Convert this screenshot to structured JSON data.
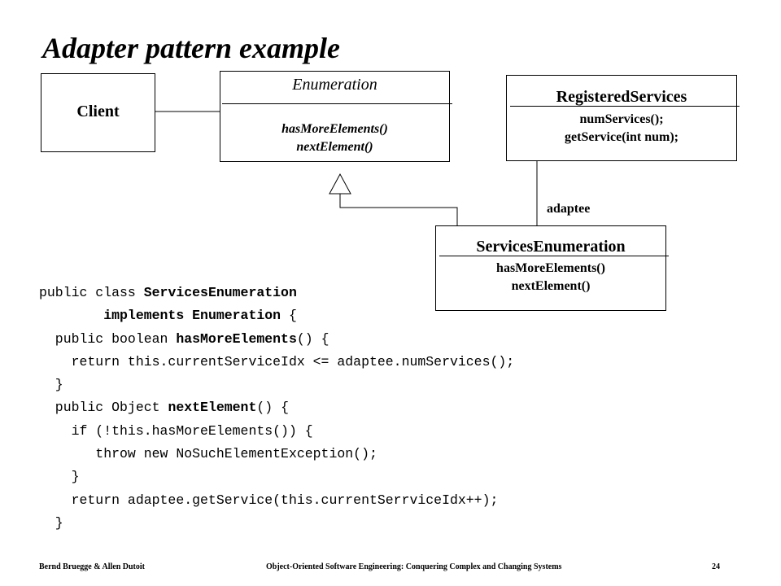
{
  "slide": {
    "title": "Adapter pattern example",
    "footer_authors": "Bernd Bruegge & Allen Dutoit",
    "footer_book": "Object-Oriented Software Engineering: Conquering Complex and Changing Systems",
    "page_number": "24"
  },
  "diagram": {
    "client": {
      "name": "Client"
    },
    "enumeration": {
      "name": "Enumeration",
      "operations": [
        "hasMoreElements()",
        "nextElement()"
      ]
    },
    "registered_services": {
      "name": "RegisteredServices",
      "operations": [
        "numServices();",
        "getService(int num);"
      ]
    },
    "services_enumeration": {
      "name": "ServicesEnumeration",
      "operations": [
        "hasMoreElements()",
        "nextElement()"
      ]
    },
    "association_role": "adaptee"
  },
  "code": {
    "lines": [
      [
        {
          "t": "public class "
        },
        {
          "t": "ServicesEnumeration",
          "b": true
        }
      ],
      [
        {
          "t": "        "
        },
        {
          "t": "implements Enumeration",
          "b": true
        },
        {
          "t": " {"
        }
      ],
      [
        {
          "t": "  public boolean "
        },
        {
          "t": "hasMoreElements",
          "b": true
        },
        {
          "t": "() {"
        }
      ],
      [
        {
          "t": "    return this.currentServiceIdx <= adaptee.numServices();"
        }
      ],
      [
        {
          "t": "  }"
        }
      ],
      [
        {
          "t": "  public Object "
        },
        {
          "t": "nextElement",
          "b": true
        },
        {
          "t": "() {"
        }
      ],
      [
        {
          "t": "    if (!this.hasMoreElements()) {"
        }
      ],
      [
        {
          "t": "       throw new NoSuchElementException();"
        }
      ],
      [
        {
          "t": "    }"
        }
      ],
      [
        {
          "t": "    return adaptee.getService(this.currentSerrviceIdx++);"
        }
      ],
      [
        {
          "t": "  }"
        }
      ]
    ]
  }
}
